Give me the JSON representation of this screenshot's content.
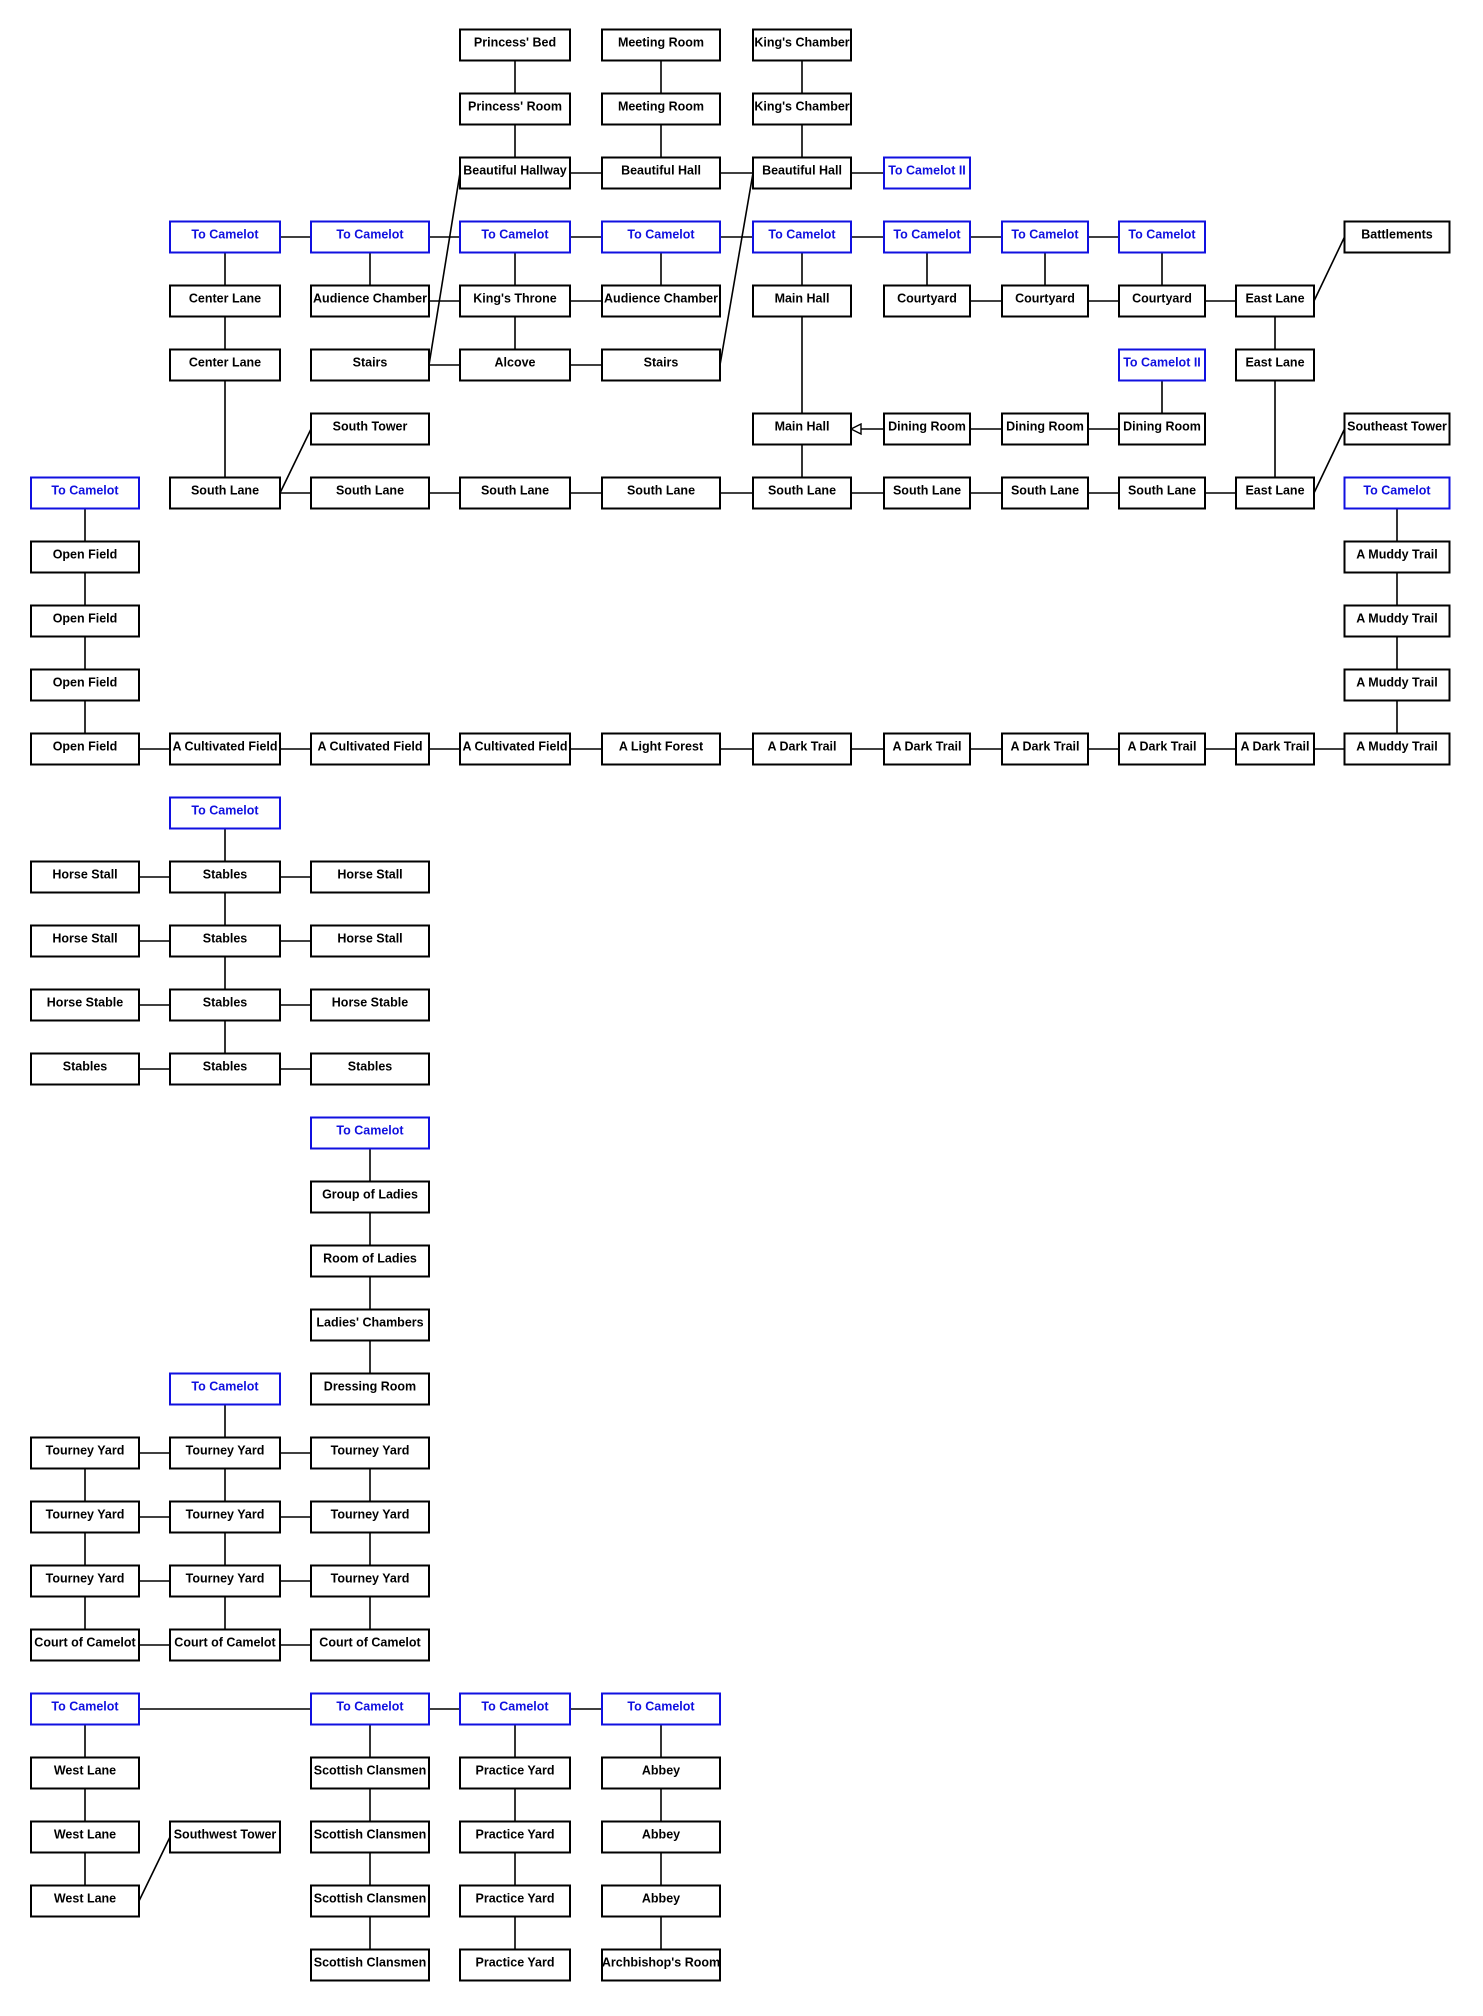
{
  "colors": {
    "room": "#000000",
    "exit": "#1010e0",
    "background": "#ffffff"
  },
  "rooms": [
    {
      "id": "n1",
      "label": "Princess' Bed",
      "kind": "room"
    },
    {
      "id": "n2",
      "label": "Meeting Room",
      "kind": "room"
    },
    {
      "id": "n3",
      "label": "King's Chamber",
      "kind": "room"
    },
    {
      "id": "n4",
      "label": "Princess' Room",
      "kind": "room"
    },
    {
      "id": "n5",
      "label": "Meeting Room",
      "kind": "room"
    },
    {
      "id": "n6",
      "label": "King's Chamber",
      "kind": "room"
    },
    {
      "id": "n7",
      "label": "Beautiful Hallway",
      "kind": "room"
    },
    {
      "id": "n8",
      "label": "Beautiful Hall",
      "kind": "room"
    },
    {
      "id": "n9",
      "label": "Beautiful Hall",
      "kind": "room"
    },
    {
      "id": "n10",
      "label": "To Camelot II",
      "kind": "exit"
    },
    {
      "id": "n11",
      "label": "To Camelot",
      "kind": "exit"
    },
    {
      "id": "n12",
      "label": "To Camelot",
      "kind": "exit"
    },
    {
      "id": "n13",
      "label": "To Camelot",
      "kind": "exit"
    },
    {
      "id": "n14",
      "label": "To Camelot",
      "kind": "exit"
    },
    {
      "id": "n15",
      "label": "To Camelot",
      "kind": "exit"
    },
    {
      "id": "n16",
      "label": "To Camelot",
      "kind": "exit"
    },
    {
      "id": "n17",
      "label": "To Camelot",
      "kind": "exit"
    },
    {
      "id": "n18",
      "label": "To Camelot",
      "kind": "exit"
    },
    {
      "id": "n19",
      "label": "Battlements",
      "kind": "room"
    },
    {
      "id": "n20",
      "label": "Center Lane",
      "kind": "room"
    },
    {
      "id": "n21",
      "label": "Audience Chamber",
      "kind": "room"
    },
    {
      "id": "n22",
      "label": "King's Throne",
      "kind": "room"
    },
    {
      "id": "n23",
      "label": "Audience Chamber",
      "kind": "room"
    },
    {
      "id": "n24",
      "label": "Main Hall",
      "kind": "room"
    },
    {
      "id": "n25",
      "label": "Courtyard",
      "kind": "room"
    },
    {
      "id": "n26",
      "label": "Courtyard",
      "kind": "room"
    },
    {
      "id": "n27",
      "label": "Courtyard",
      "kind": "room"
    },
    {
      "id": "n28",
      "label": "East Lane",
      "kind": "room"
    },
    {
      "id": "n29",
      "label": "Center Lane",
      "kind": "room"
    },
    {
      "id": "n30",
      "label": "Stairs",
      "kind": "room"
    },
    {
      "id": "n31",
      "label": "Alcove",
      "kind": "room"
    },
    {
      "id": "n32",
      "label": "Stairs",
      "kind": "room"
    },
    {
      "id": "n33",
      "label": "To Camelot II",
      "kind": "exit"
    },
    {
      "id": "n34",
      "label": "East Lane",
      "kind": "room"
    },
    {
      "id": "n35",
      "label": "South Tower",
      "kind": "room"
    },
    {
      "id": "n36",
      "label": "Main Hall",
      "kind": "room"
    },
    {
      "id": "n37",
      "label": "Dining Room",
      "kind": "room"
    },
    {
      "id": "n38",
      "label": "Dining Room",
      "kind": "room"
    },
    {
      "id": "n39",
      "label": "Dining Room",
      "kind": "room"
    },
    {
      "id": "n40",
      "label": "Southeast Tower",
      "kind": "room"
    },
    {
      "id": "n41",
      "label": "To Camelot",
      "kind": "exit"
    },
    {
      "id": "n42",
      "label": "South Lane",
      "kind": "room"
    },
    {
      "id": "n43",
      "label": "South Lane",
      "kind": "room"
    },
    {
      "id": "n44",
      "label": "South Lane",
      "kind": "room"
    },
    {
      "id": "n45",
      "label": "South Lane",
      "kind": "room"
    },
    {
      "id": "n46",
      "label": "South Lane",
      "kind": "room"
    },
    {
      "id": "n47",
      "label": "South Lane",
      "kind": "room"
    },
    {
      "id": "n48",
      "label": "South Lane",
      "kind": "room"
    },
    {
      "id": "n49",
      "label": "South Lane",
      "kind": "room"
    },
    {
      "id": "n50",
      "label": "East Lane",
      "kind": "room"
    },
    {
      "id": "n51",
      "label": "To Camelot",
      "kind": "exit"
    },
    {
      "id": "n52",
      "label": "Open Field",
      "kind": "room"
    },
    {
      "id": "n53",
      "label": "A Muddy Trail",
      "kind": "room"
    },
    {
      "id": "n54",
      "label": "Open Field",
      "kind": "room"
    },
    {
      "id": "n55",
      "label": "A Muddy Trail",
      "kind": "room"
    },
    {
      "id": "n56",
      "label": "Open Field",
      "kind": "room"
    },
    {
      "id": "n57",
      "label": "A Muddy Trail",
      "kind": "room"
    },
    {
      "id": "n58",
      "label": "Open Field",
      "kind": "room"
    },
    {
      "id": "n59",
      "label": "A Cultivated Field",
      "kind": "room"
    },
    {
      "id": "n60",
      "label": "A Cultivated Field",
      "kind": "room"
    },
    {
      "id": "n61",
      "label": "A Cultivated Field",
      "kind": "room"
    },
    {
      "id": "n62",
      "label": "A Light Forest",
      "kind": "room"
    },
    {
      "id": "n63",
      "label": "A Dark Trail",
      "kind": "room"
    },
    {
      "id": "n64",
      "label": "A Dark Trail",
      "kind": "room"
    },
    {
      "id": "n65",
      "label": "A Dark Trail",
      "kind": "room"
    },
    {
      "id": "n66",
      "label": "A Dark Trail",
      "kind": "room"
    },
    {
      "id": "n67",
      "label": "A Dark Trail",
      "kind": "room"
    },
    {
      "id": "n68",
      "label": "A Muddy Trail",
      "kind": "room"
    },
    {
      "id": "n69",
      "label": "To Camelot",
      "kind": "exit"
    },
    {
      "id": "n70",
      "label": "Horse Stall",
      "kind": "room"
    },
    {
      "id": "n71",
      "label": "Stables",
      "kind": "room"
    },
    {
      "id": "n72",
      "label": "Horse Stall",
      "kind": "room"
    },
    {
      "id": "n73",
      "label": "Horse Stall",
      "kind": "room"
    },
    {
      "id": "n74",
      "label": "Stables",
      "kind": "room"
    },
    {
      "id": "n75",
      "label": "Horse Stall",
      "kind": "room"
    },
    {
      "id": "n76",
      "label": "Horse Stable",
      "kind": "room"
    },
    {
      "id": "n77",
      "label": "Stables",
      "kind": "room"
    },
    {
      "id": "n78",
      "label": "Horse Stable",
      "kind": "room"
    },
    {
      "id": "n79",
      "label": "Stables",
      "kind": "room"
    },
    {
      "id": "n80",
      "label": "Stables",
      "kind": "room"
    },
    {
      "id": "n81",
      "label": "Stables",
      "kind": "room"
    },
    {
      "id": "n82",
      "label": "To Camelot",
      "kind": "exit"
    },
    {
      "id": "n83",
      "label": "Group of Ladies",
      "kind": "room"
    },
    {
      "id": "n84",
      "label": "Room of Ladies",
      "kind": "room"
    },
    {
      "id": "n85",
      "label": "Ladies' Chambers",
      "kind": "room"
    },
    {
      "id": "n86",
      "label": "To Camelot",
      "kind": "exit"
    },
    {
      "id": "n87",
      "label": "Dressing Room",
      "kind": "room"
    },
    {
      "id": "n88",
      "label": "Tourney Yard",
      "kind": "room"
    },
    {
      "id": "n89",
      "label": "Tourney Yard",
      "kind": "room"
    },
    {
      "id": "n90",
      "label": "Tourney Yard",
      "kind": "room"
    },
    {
      "id": "n91",
      "label": "Tourney Yard",
      "kind": "room"
    },
    {
      "id": "n92",
      "label": "Tourney Yard",
      "kind": "room"
    },
    {
      "id": "n93",
      "label": "Tourney Yard",
      "kind": "room"
    },
    {
      "id": "n94",
      "label": "Tourney Yard",
      "kind": "room"
    },
    {
      "id": "n95",
      "label": "Tourney Yard",
      "kind": "room"
    },
    {
      "id": "n96",
      "label": "Tourney Yard",
      "kind": "room"
    },
    {
      "id": "n97",
      "label": "Court of Camelot",
      "kind": "room"
    },
    {
      "id": "n98",
      "label": "Court of Camelot",
      "kind": "room"
    },
    {
      "id": "n99",
      "label": "Court of Camelot",
      "kind": "room"
    },
    {
      "id": "n100",
      "label": "To Camelot",
      "kind": "exit"
    },
    {
      "id": "n101",
      "label": "To Camelot",
      "kind": "exit"
    },
    {
      "id": "n102",
      "label": "To Camelot",
      "kind": "exit"
    },
    {
      "id": "n103",
      "label": "To Camelot",
      "kind": "exit"
    },
    {
      "id": "n104",
      "label": "West Lane",
      "kind": "room"
    },
    {
      "id": "n105",
      "label": "Scottish Clansmen",
      "kind": "room"
    },
    {
      "id": "n106",
      "label": "Practice Yard",
      "kind": "room"
    },
    {
      "id": "n107",
      "label": "Abbey",
      "kind": "room"
    },
    {
      "id": "n108",
      "label": "West Lane",
      "kind": "room"
    },
    {
      "id": "n109",
      "label": "Southwest Tower",
      "kind": "room"
    },
    {
      "id": "n110",
      "label": "Scottish Clansmen",
      "kind": "room"
    },
    {
      "id": "n111",
      "label": "Practice Yard",
      "kind": "room"
    },
    {
      "id": "n112",
      "label": "Abbey",
      "kind": "room"
    },
    {
      "id": "n113",
      "label": "West Lane",
      "kind": "room"
    },
    {
      "id": "n114",
      "label": "Scottish Clansmen",
      "kind": "room"
    },
    {
      "id": "n115",
      "label": "Practice Yard",
      "kind": "room"
    },
    {
      "id": "n116",
      "label": "Abbey",
      "kind": "room"
    },
    {
      "id": "n117",
      "label": "Scottish Clansmen",
      "kind": "room"
    },
    {
      "id": "n118",
      "label": "Practice Yard",
      "kind": "room"
    },
    {
      "id": "n119",
      "label": "Archbishop's Room",
      "kind": "room"
    }
  ],
  "links": [
    {
      "from": "n1",
      "to": "n4"
    },
    {
      "from": "n2",
      "to": "n5"
    },
    {
      "from": "n3",
      "to": "n6"
    },
    {
      "from": "n4",
      "to": "n7"
    },
    {
      "from": "n5",
      "to": "n8"
    },
    {
      "from": "n6",
      "to": "n9"
    },
    {
      "from": "n7",
      "to": "n8"
    },
    {
      "from": "n8",
      "to": "n9"
    },
    {
      "from": "n9",
      "to": "n10"
    },
    {
      "from": "n7",
      "to": "n30"
    },
    {
      "from": "n9",
      "to": "n32"
    },
    {
      "from": "n11",
      "to": "n12"
    },
    {
      "from": "n12",
      "to": "n13"
    },
    {
      "from": "n13",
      "to": "n14"
    },
    {
      "from": "n14",
      "to": "n15"
    },
    {
      "from": "n15",
      "to": "n16"
    },
    {
      "from": "n16",
      "to": "n17"
    },
    {
      "from": "n17",
      "to": "n18"
    },
    {
      "from": "n11",
      "to": "n20"
    },
    {
      "from": "n12",
      "to": "n21"
    },
    {
      "from": "n13",
      "to": "n22"
    },
    {
      "from": "n14",
      "to": "n23"
    },
    {
      "from": "n15",
      "to": "n24"
    },
    {
      "from": "n16",
      "to": "n25"
    },
    {
      "from": "n17",
      "to": "n26"
    },
    {
      "from": "n18",
      "to": "n27"
    },
    {
      "from": "n21",
      "to": "n22"
    },
    {
      "from": "n22",
      "to": "n23"
    },
    {
      "from": "n25",
      "to": "n26"
    },
    {
      "from": "n26",
      "to": "n27"
    },
    {
      "from": "n27",
      "to": "n28"
    },
    {
      "from": "n28",
      "to": "n19"
    },
    {
      "from": "n28",
      "to": "n34"
    },
    {
      "from": "n20",
      "to": "n29"
    },
    {
      "from": "n22",
      "to": "n31"
    },
    {
      "from": "n30",
      "to": "n31"
    },
    {
      "from": "n31",
      "to": "n32"
    },
    {
      "from": "n24",
      "to": "n36"
    },
    {
      "from": "n33",
      "to": "n39"
    },
    {
      "from": "n37",
      "to": "n36",
      "arrow": true
    },
    {
      "from": "n37",
      "to": "n38"
    },
    {
      "from": "n38",
      "to": "n39"
    },
    {
      "from": "n29",
      "to": "n42"
    },
    {
      "from": "n42",
      "to": "n35"
    },
    {
      "from": "n36",
      "to": "n46"
    },
    {
      "from": "n34",
      "to": "n50"
    },
    {
      "from": "n50",
      "to": "n40"
    },
    {
      "from": "n42",
      "to": "n43"
    },
    {
      "from": "n43",
      "to": "n44"
    },
    {
      "from": "n44",
      "to": "n45"
    },
    {
      "from": "n45",
      "to": "n46"
    },
    {
      "from": "n46",
      "to": "n47"
    },
    {
      "from": "n47",
      "to": "n48"
    },
    {
      "from": "n48",
      "to": "n49"
    },
    {
      "from": "n49",
      "to": "n50"
    },
    {
      "from": "n41",
      "to": "n52"
    },
    {
      "from": "n52",
      "to": "n54"
    },
    {
      "from": "n54",
      "to": "n56"
    },
    {
      "from": "n56",
      "to": "n58"
    },
    {
      "from": "n51",
      "to": "n53"
    },
    {
      "from": "n53",
      "to": "n55"
    },
    {
      "from": "n55",
      "to": "n57"
    },
    {
      "from": "n57",
      "to": "n68"
    },
    {
      "from": "n58",
      "to": "n59"
    },
    {
      "from": "n59",
      "to": "n60"
    },
    {
      "from": "n60",
      "to": "n61"
    },
    {
      "from": "n61",
      "to": "n62"
    },
    {
      "from": "n62",
      "to": "n63"
    },
    {
      "from": "n63",
      "to": "n64"
    },
    {
      "from": "n64",
      "to": "n65"
    },
    {
      "from": "n65",
      "to": "n66"
    },
    {
      "from": "n66",
      "to": "n67"
    },
    {
      "from": "n67",
      "to": "n68"
    },
    {
      "from": "n69",
      "to": "n71"
    },
    {
      "from": "n71",
      "to": "n74"
    },
    {
      "from": "n74",
      "to": "n77"
    },
    {
      "from": "n77",
      "to": "n80"
    },
    {
      "from": "n70",
      "to": "n71"
    },
    {
      "from": "n71",
      "to": "n72"
    },
    {
      "from": "n73",
      "to": "n74"
    },
    {
      "from": "n74",
      "to": "n75"
    },
    {
      "from": "n76",
      "to": "n77"
    },
    {
      "from": "n77",
      "to": "n78"
    },
    {
      "from": "n79",
      "to": "n80"
    },
    {
      "from": "n80",
      "to": "n81"
    },
    {
      "from": "n82",
      "to": "n83"
    },
    {
      "from": "n83",
      "to": "n84"
    },
    {
      "from": "n84",
      "to": "n85"
    },
    {
      "from": "n85",
      "to": "n87"
    },
    {
      "from": "n86",
      "to": "n89"
    },
    {
      "from": "n88",
      "to": "n89"
    },
    {
      "from": "n89",
      "to": "n90"
    },
    {
      "from": "n91",
      "to": "n92"
    },
    {
      "from": "n92",
      "to": "n93"
    },
    {
      "from": "n94",
      "to": "n95"
    },
    {
      "from": "n95",
      "to": "n96"
    },
    {
      "from": "n97",
      "to": "n98"
    },
    {
      "from": "n98",
      "to": "n99"
    },
    {
      "from": "n88",
      "to": "n91"
    },
    {
      "from": "n91",
      "to": "n94"
    },
    {
      "from": "n94",
      "to": "n97"
    },
    {
      "from": "n89",
      "to": "n92"
    },
    {
      "from": "n92",
      "to": "n95"
    },
    {
      "from": "n95",
      "to": "n98"
    },
    {
      "from": "n90",
      "to": "n93"
    },
    {
      "from": "n93",
      "to": "n96"
    },
    {
      "from": "n96",
      "to": "n99"
    },
    {
      "from": "n100",
      "to": "n101"
    },
    {
      "from": "n101",
      "to": "n102"
    },
    {
      "from": "n102",
      "to": "n103"
    },
    {
      "from": "n100",
      "to": "n104"
    },
    {
      "from": "n104",
      "to": "n108"
    },
    {
      "from": "n108",
      "to": "n113"
    },
    {
      "from": "n113",
      "to": "n109"
    },
    {
      "from": "n101",
      "to": "n105"
    },
    {
      "from": "n105",
      "to": "n110"
    },
    {
      "from": "n110",
      "to": "n114"
    },
    {
      "from": "n114",
      "to": "n117"
    },
    {
      "from": "n102",
      "to": "n106"
    },
    {
      "from": "n106",
      "to": "n111"
    },
    {
      "from": "n111",
      "to": "n115"
    },
    {
      "from": "n115",
      "to": "n118"
    },
    {
      "from": "n103",
      "to": "n107"
    },
    {
      "from": "n107",
      "to": "n112"
    },
    {
      "from": "n112",
      "to": "n116"
    },
    {
      "from": "n116",
      "to": "n119"
    }
  ]
}
